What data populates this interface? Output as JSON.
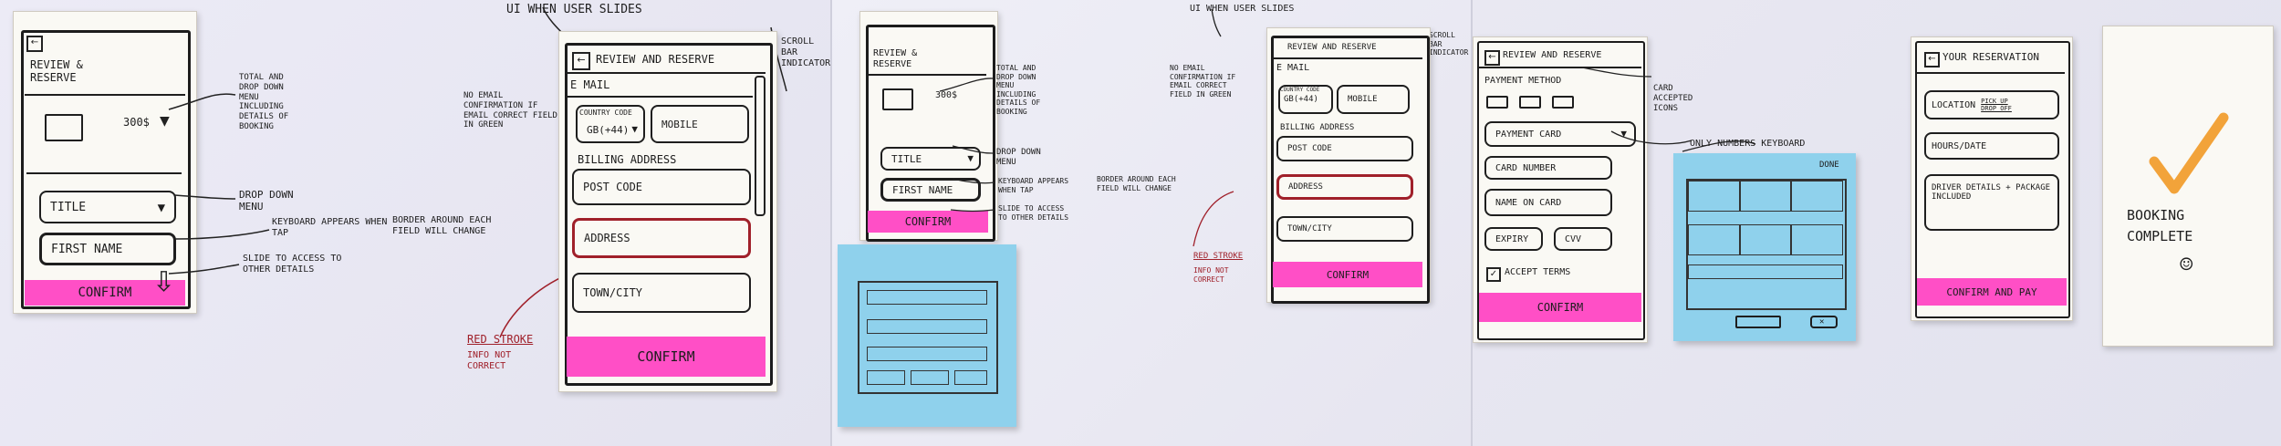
{
  "panel1": {
    "phone_a": {
      "back_icon": "back-arrow-icon",
      "title": "REVIEW & RESERVE",
      "price": "300$",
      "title_field": "TITLE",
      "first_name": "FIRST NAME",
      "confirm": "CONFIRM"
    },
    "annotations_a": {
      "total": "TOTAL AND DROP DOWN MENU INCLUDING DETAILS OF BOOKING",
      "dropdown": "DROP DOWN MENU",
      "keyboard": "KEYBOARD APPEARS WHEN TAP",
      "border": "BORDER AROUND EACH FIELD WILL CHANGE",
      "slide": "SLIDE TO ACCESS TO OTHER DETAILS"
    },
    "ui_when_slides": "UI WHEN USER SLIDES",
    "scroll_bar": "SCROLL BAR INDICATOR",
    "no_email": "NO EMAIL CONFIRMATION IF EMAIL CORRECT FIELD IN GREEN",
    "phone_b": {
      "title": "REVIEW AND RESERVE",
      "email": "E MAIL",
      "country_code_label": "COUNTRY CODE",
      "country_code_value": "GB(+44)",
      "mobile": "MOBILE",
      "billing": "BILLING ADDRESS",
      "postcode": "POST CODE",
      "address": "ADDRESS",
      "town": "TOWN/CITY",
      "confirm": "CONFIRM"
    },
    "red_stroke": "RED STROKE",
    "info_not_correct": "INFO NOT CORRECT"
  },
  "panel2": {
    "phone_a": {
      "title": "REVIEW & RESERVE",
      "price": "300$",
      "title_field": "TITLE",
      "first_name": "FIRST NAME",
      "confirm": "CONFIRM"
    },
    "annotations": {
      "total": "TOTAL AND DROP DOWN MENU INCLUDING DETAILS OF BOOKING",
      "dropdown": "DROP DOWN MENU",
      "keyboard": "KEYBOARD APPEARS WHEN TAP",
      "border": "BORDER AROUND EACH FIELD WILL CHANGE",
      "slide": "SLIDE TO ACCESS TO OTHER DETAILS"
    },
    "ui_when_slides": "UI WHEN USER SLIDES",
    "scroll_bar": "SCROLL BAR INDICATOR",
    "no_email": "NO EMAIL CONFIRMATION IF EMAIL CORRECT FIELD IN GREEN",
    "phone_b": {
      "title": "REVIEW AND RESERVE",
      "email": "E MAIL",
      "country_code_label": "COUNTRY CODE",
      "country_code_value": "GB(+44)",
      "mobile": "MOBILE",
      "billing": "BILLING ADDRESS",
      "postcode": "POST CODE",
      "address": "ADDRESS",
      "town": "TOWN/CITY",
      "confirm": "CONFIRM"
    },
    "red_stroke": "RED STROKE",
    "info_not_correct": "INFO NOT CORRECT"
  },
  "panel3": {
    "payment": {
      "title": "REVIEW AND RESERVE",
      "method": "PAYMENT METHOD",
      "card_icons_note": "CARD ACCEPTED ICONS",
      "payment_card": "PAYMENT CARD",
      "card_number": "CARD NUMBER",
      "name_on_card": "NAME ON CARD",
      "expiry": "EXPIRY",
      "cvv": "CVV",
      "accept_terms": "ACCEPT TERMS",
      "confirm": "CONFIRM"
    },
    "numbers_note": "ONLY NUMBERS KEYBOARD",
    "keyboard_done": "DONE",
    "reservation": {
      "title": "YOUR RESERVATION",
      "location": "LOCATION",
      "pickup": "PICK UP DROP OFF",
      "hours": "HOURS/DATE",
      "driver": "DRIVER DETAILS + PACKAGE INCLUDED",
      "confirm_pay": "CONFIRM AND PAY"
    },
    "complete": {
      "text": "BOOKING COMPLETE",
      "smile": "☺"
    }
  },
  "colors": {
    "highlight": "#ff4fc6",
    "sticky": "#8fd1ec",
    "red_stroke": "#a0202a",
    "check": "#f2a33a"
  }
}
